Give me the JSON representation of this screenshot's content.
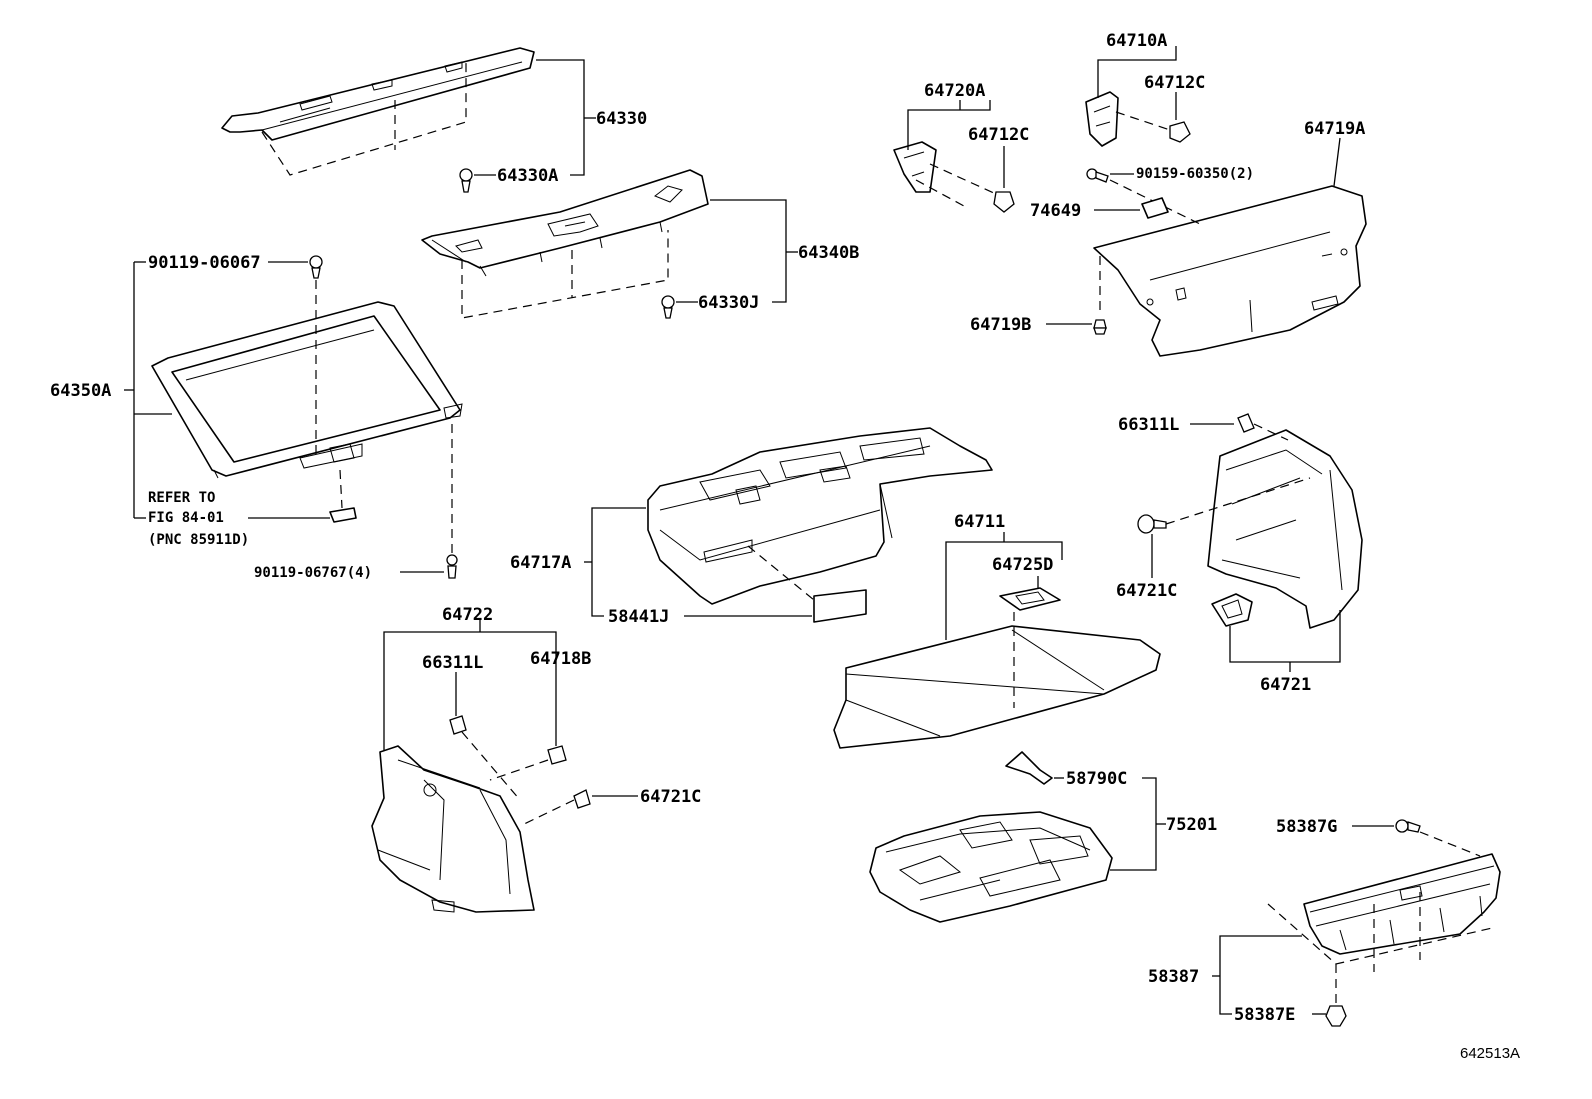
{
  "figure_id": "642513A",
  "labels": {
    "p64330": "64330",
    "p64330A": "64330A",
    "p64340B": "64340B",
    "p64330J": "64330J",
    "p90119_06067": "90119-06067",
    "p64350A": "64350A",
    "refer_line1": "REFER TO",
    "refer_line2": "FIG 84-01",
    "refer_line3": "(PNC 85911D)",
    "p90119_06767": "90119-06767(4)",
    "p64720A": "64720A",
    "p64712C_a": "64712C",
    "p64710A": "64710A",
    "p64712C_b": "64712C",
    "p90159_60350": "90159-60350(2)",
    "p74649": "74649",
    "p64719A": "64719A",
    "p64719B": "64719B",
    "p66311L_a": "66311L",
    "p64721C_a": "64721C",
    "p64721": "64721",
    "p64717A": "64717A",
    "p58441J": "58441J",
    "p64711": "64711",
    "p64725D": "64725D",
    "p64722": "64722",
    "p66311L_b": "66311L",
    "p64718B": "64718B",
    "p64721C_b": "64721C",
    "p58790C": "58790C",
    "p75201": "75201",
    "p58387G": "58387G",
    "p58387": "58387",
    "p58387E": "58387E"
  }
}
